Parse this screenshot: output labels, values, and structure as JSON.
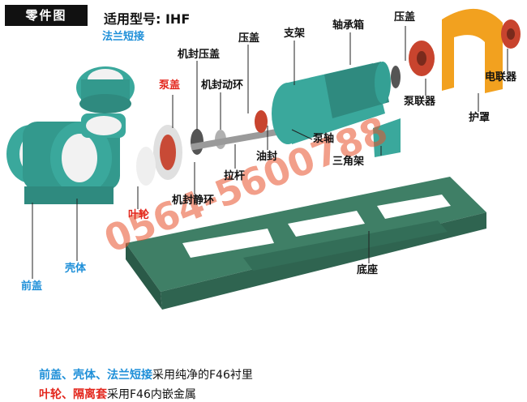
{
  "header": {
    "tag": "零件图",
    "model_label": "适用型号: IHF"
  },
  "parts": {
    "flange_pipe": "法兰短接",
    "pump_cover": "泵盖",
    "seal_gland": "机封压盖",
    "seal_moving_ring": "机封动环",
    "gland_1": "压盖",
    "bracket": "支架",
    "bearing_box": "轴承箱",
    "gland_2": "压盖",
    "pump_coupling": "泵联器",
    "guard": "护罩",
    "motor_coupling": "电联器",
    "oil_seal": "油封",
    "pump_shaft": "泵轴",
    "tie_rod": "拉杆",
    "triangle_bracket": "三角架",
    "seal_static_ring": "机封静环",
    "impeller": "叶轮",
    "base": "底座",
    "casing": "壳体",
    "front_cover": "前盖"
  },
  "notes": {
    "line1_blue": "前盖、壳体、法兰短接",
    "line1_black": "采用纯净的F46衬里",
    "line2_red": "叶轮、隔离套",
    "line2_black": "采用F46内嵌金属"
  },
  "watermark": {
    "text": "0564-5600788"
  },
  "colors": {
    "blue_label": "#1e8fd8",
    "red_label": "#e3261c",
    "teal_metal": "#3aa89c",
    "white_lining": "#f2f2f2",
    "red_part": "#c8442e",
    "orange_guard": "#f2a11f",
    "base_green": "#3f7f66",
    "watermark": "#e8502a"
  }
}
